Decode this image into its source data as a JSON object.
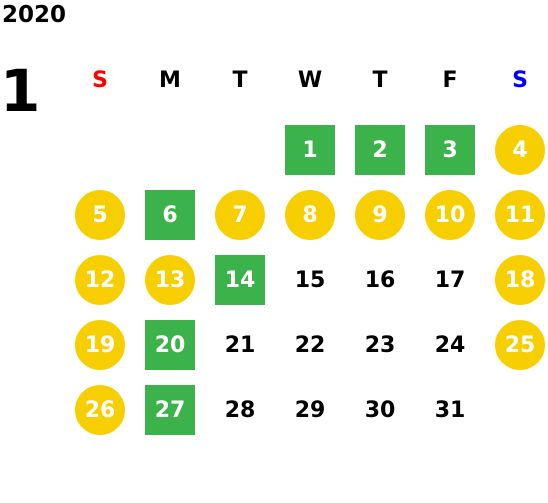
{
  "year": "2020",
  "month": "1",
  "weekdays": [
    {
      "label": "S",
      "color": "#ff0000"
    },
    {
      "label": "M",
      "color": "#000000"
    },
    {
      "label": "T",
      "color": "#000000"
    },
    {
      "label": "W",
      "color": "#000000"
    },
    {
      "label": "T",
      "color": "#000000"
    },
    {
      "label": "F",
      "color": "#000000"
    },
    {
      "label": "S",
      "color": "#0000ff"
    }
  ],
  "days": {
    "d1": "1",
    "d2": "2",
    "d3": "3",
    "d4": "4",
    "d5": "5",
    "d6": "6",
    "d7": "7",
    "d8": "8",
    "d9": "9",
    "d10": "10",
    "d11": "11",
    "d12": "12",
    "d13": "13",
    "d14": "14",
    "d15": "15",
    "d16": "16",
    "d17": "17",
    "d18": "18",
    "d19": "19",
    "d20": "20",
    "d21": "21",
    "d22": "22",
    "d23": "23",
    "d24": "24",
    "d25": "25",
    "d26": "26",
    "d27": "27",
    "d28": "28",
    "d29": "29",
    "d30": "30",
    "d31": "31"
  },
  "colors": {
    "green": "#3cb24a",
    "yellow": "#f7cf00",
    "sunday": "#ff0000",
    "saturday": "#0000ff"
  }
}
